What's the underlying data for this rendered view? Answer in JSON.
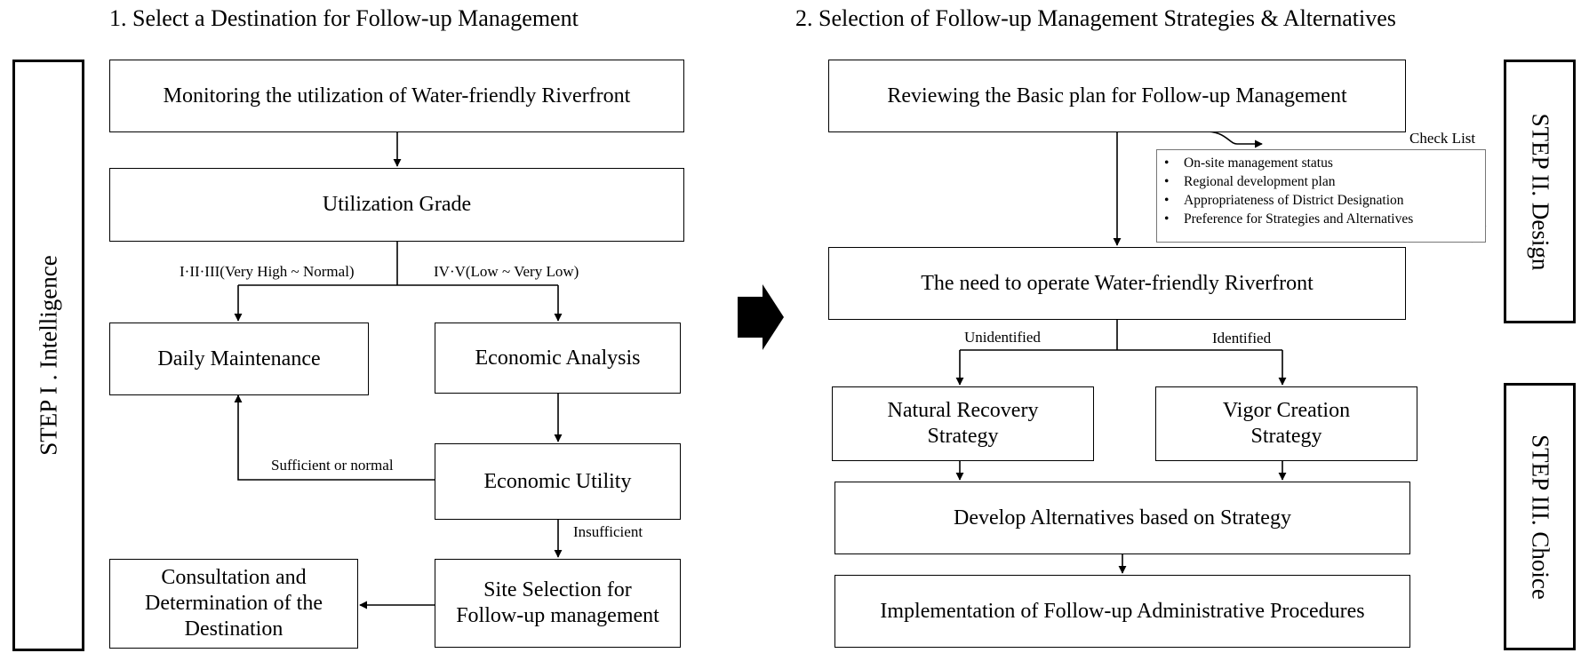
{
  "headings": {
    "left": "1.   Select a Destination for Follow-up Management",
    "right": "2. Selection of Follow-up Management Strategies & Alternatives"
  },
  "steps": {
    "intelligence": "STEP I . Intelligence",
    "design": "STEP II. Design",
    "choice": "STEP III. Choice"
  },
  "left_flow": {
    "monitoring": "Monitoring the utilization of Water-friendly Riverfront",
    "utilization_grade": "Utilization Grade",
    "branch_high": "I·II·III(Very High ~ Normal)",
    "branch_low": "IV·V(Low ~ Very Low)",
    "daily_maintenance": "Daily Maintenance",
    "economic_analysis": "Economic Analysis",
    "economic_utility": "Economic Utility",
    "sufficient_label": "Sufficient or normal",
    "insufficient_label": "Insufficient",
    "consultation": "Consultation and Determination of the Destination",
    "site_selection": "Site Selection for Follow-up management"
  },
  "right_flow": {
    "reviewing": "Reviewing the Basic plan for Follow-up Management",
    "check_list_title": "Check List",
    "check_list_items": [
      "On-site management status",
      "Regional development plan",
      "Appropriateness of District Designation",
      "Preference for Strategies and Alternatives"
    ],
    "need_to_operate": "The need to operate Water-friendly Riverfront",
    "unidentified_label": "Unidentified",
    "identified_label": "Identified",
    "natural_recovery": "Natural Recovery Strategy",
    "vigor_creation": "Vigor Creation Strategy",
    "develop_alternatives": "Develop Alternatives based on Strategy",
    "implementation": "Implementation of Follow-up Administrative Procedures"
  },
  "colors": {
    "line": "#000000",
    "background": "#ffffff",
    "checklist_border": "#777777"
  }
}
